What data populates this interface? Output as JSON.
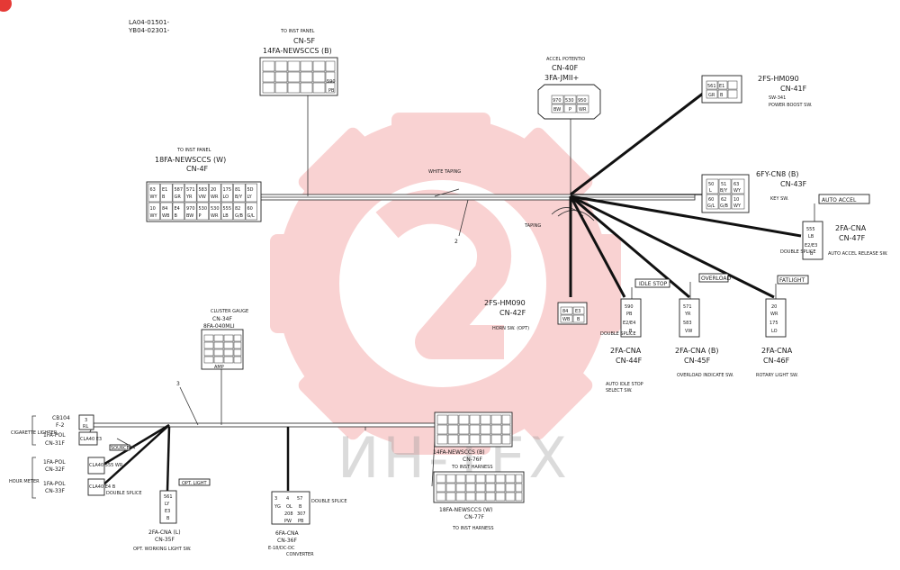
{
  "header": {
    "line1": "LA04-01501-",
    "line2": "YB04-02301-"
  },
  "watermark": {
    "text": "ИН-ТЕХ",
    "color": "#e84a4a"
  },
  "harness_labels": {
    "white_taping": "WHITE TAPING",
    "taping": "TAPING",
    "branch2": "2",
    "branch3": "3"
  },
  "connectors": {
    "cn5f": {
      "dest": "TO INST PANEL",
      "id": "CN-5F",
      "type": "14FA-NEWSCCS (B)",
      "pins": [
        "590",
        "PB"
      ]
    },
    "cn4f": {
      "dest": "TO INST PANEL",
      "type": "18FA-NEWSCCS (W)",
      "id": "CN-4F",
      "row1": [
        "63",
        "E1",
        "587",
        "571",
        "583",
        "20",
        "175",
        "81",
        "5D"
      ],
      "row1b": [
        "WY",
        "B",
        "GR",
        "YR",
        "VW",
        "WR",
        "LO",
        "B/Y",
        "LY"
      ],
      "row2": [
        "10",
        "84",
        "E4",
        "970",
        "530",
        "530",
        "555",
        "82",
        "60"
      ],
      "row2b": [
        "WY",
        "WB",
        "B",
        "BW",
        "P",
        "WR",
        "LB",
        "G/B",
        "G/L"
      ]
    },
    "cn40f": {
      "dest": "ACCEL POTENTIO",
      "id": "CN-40F",
      "type": "3FA-JMII+",
      "pins": [
        "970",
        "530",
        "950"
      ],
      "colors": [
        "BW",
        "P",
        "WR"
      ]
    },
    "cn41f": {
      "type": "2FS-HM090",
      "id": "CN-41F",
      "desc1": "SW-341",
      "desc2": "POWER BOOST SW.",
      "pins": [
        "561",
        "E1"
      ],
      "colors": [
        "GR",
        "B"
      ]
    },
    "cn43f": {
      "type": "6FY-CN8 (B)",
      "id": "CN-43F",
      "desc": "KEY SW.",
      "pins": [
        "50",
        "51",
        "63"
      ],
      "pins_b": [
        "L",
        "B/Y",
        "WY"
      ],
      "pins2": [
        "60",
        "62",
        "10"
      ],
      "pins2b": [
        "G/L",
        "G/B",
        "WY"
      ]
    },
    "cn47f": {
      "tag": "AUTO ACCEL",
      "type": "2FA-CNA",
      "id": "CN-47F",
      "desc": "AUTO ACCEL RELEASE SW.",
      "splice": "DOUBLE SPLICE",
      "pins": [
        "555",
        "LB",
        "E2/E3",
        "B"
      ]
    },
    "cn42f": {
      "type": "2FS-HM090",
      "id": "CN-42F",
      "desc": "HORN SW. (OPT)",
      "pins": [
        "84",
        "E3"
      ],
      "colors": [
        "WB",
        "B"
      ]
    },
    "cn44f": {
      "tag": "IDLE STOP",
      "type": "2FA-CNA",
      "id": "CN-44F",
      "desc1": "AUTO IDLE STOP",
      "desc2": "SELECT SW.",
      "splice": "DOUBLE SPLICE",
      "pins": [
        "590",
        "PB",
        "E2/E4",
        "B"
      ]
    },
    "cn45f": {
      "tag": "OVERLOAD",
      "type": "2FA-CNA (B)",
      "id": "CN-45F",
      "desc": "OVERLOAD INDICATE SW.",
      "pins": [
        "571",
        "YR",
        "583",
        "VW"
      ]
    },
    "cn46f": {
      "tag": "FATLIGHT",
      "type": "2FA-CNA",
      "id": "CN-46F",
      "desc": "ROTARY LIGHT SW.",
      "pins": [
        "20",
        "WR",
        "175",
        "LO"
      ]
    },
    "cn34f": {
      "dest": "CLUSTER GAUGE",
      "id": "CN-34F",
      "type": "8FA-040MLI",
      "tail": "AMP"
    },
    "cb104": {
      "id": "CB104",
      "sub": "F-2",
      "group": "CIGARETTE LIGHTER",
      "pins": [
        "3",
        "RL"
      ]
    },
    "cn31f": {
      "type": "1FA-POL",
      "id": "CN-31F",
      "pin": "CLA40 E3"
    },
    "cn32f": {
      "type": "1FA-POL",
      "id": "CN-32F",
      "pin": "CLA40 555 WR",
      "group": "HOUR METER"
    },
    "cn33f": {
      "type": "1FA-POL",
      "id": "CN-33F",
      "pin": "CLA40 E4 B",
      "splice": "DOUBLE SPLICE",
      "tag": "SOURCE"
    },
    "cn35f": {
      "tag": "OPT. LIGHT",
      "type": "2FA-CNA (L)",
      "id": "CN-35F",
      "desc": "OPT. WORKING LIGHT SW.",
      "pins": [
        "561",
        "LY",
        "E3",
        "B"
      ]
    },
    "cn36f": {
      "type": "6FA-CNA",
      "id": "CN-36F",
      "desc1": "E-18/DC-DC",
      "desc2": "CONVERTER",
      "splice": "DOUBLE SPLICE",
      "pins": [
        "3",
        "4",
        "57"
      ],
      "pins_b": [
        "YG",
        "OL",
        "B"
      ],
      "pins2": [
        "208",
        "307"
      ],
      "pins2b": [
        "PW",
        "PB"
      ]
    },
    "cn76f": {
      "type": "14FA-NEWSCCS (B)",
      "id": "CN-76F"
    },
    "cn77f": {
      "dest_top": "TO INST HARNESS",
      "type": "18FA-NEWSCCS (W)",
      "id": "CN-77F",
      "dest_bottom": "TO INST HARNESS"
    }
  }
}
